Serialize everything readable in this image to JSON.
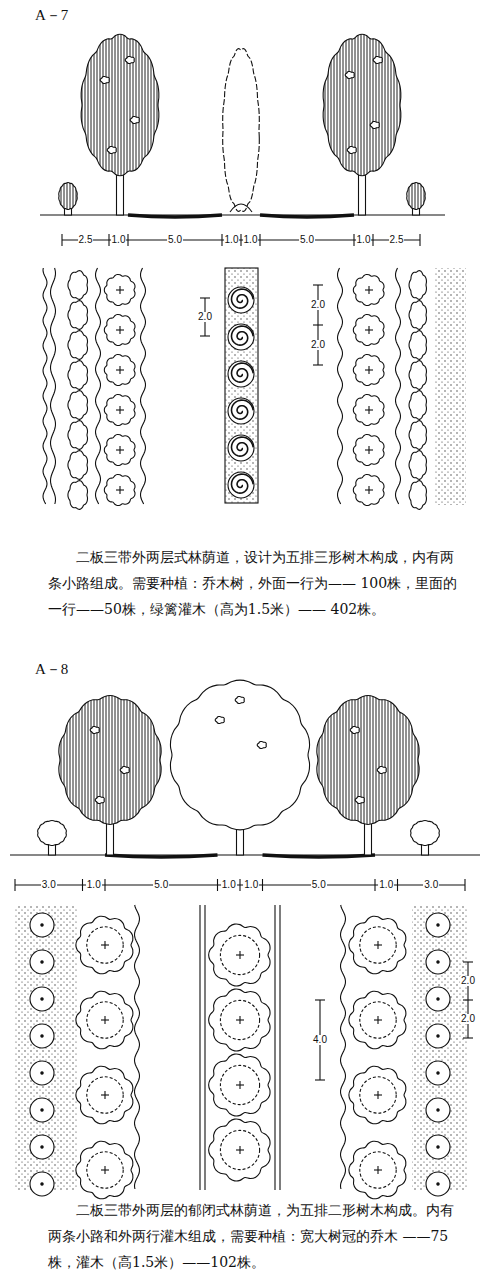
{
  "diagram": {
    "labels": [
      "A－7",
      "2.5",
      "1.0",
      "5.0",
      "1.0",
      "1.0",
      "5.0",
      "1.0",
      "2.5",
      "2.0",
      "2.0",
      "2.0",
      "二板三带外两层式林荫道，设计为五排三形树木构成，内有两条小路组成。需要种植：乔木树，外面一行为—— 100株，里面的一行——50株，绿篱灌木（高为1.5米）—— 402株。",
      "A－8",
      "3.0",
      "1.0",
      "5.0",
      "1.0",
      "1.0",
      "5.0",
      "1.0",
      "3.0",
      "4.0",
      "2.0",
      "2.0",
      "二板三带外两层的郁闭式林荫道，为五排二形树木构成。内有两条小路和外两行灌木组成，需要种植：宽大树冠的乔木 ——75株，灌木（高1.5米）——102株。"
    ]
  }
}
